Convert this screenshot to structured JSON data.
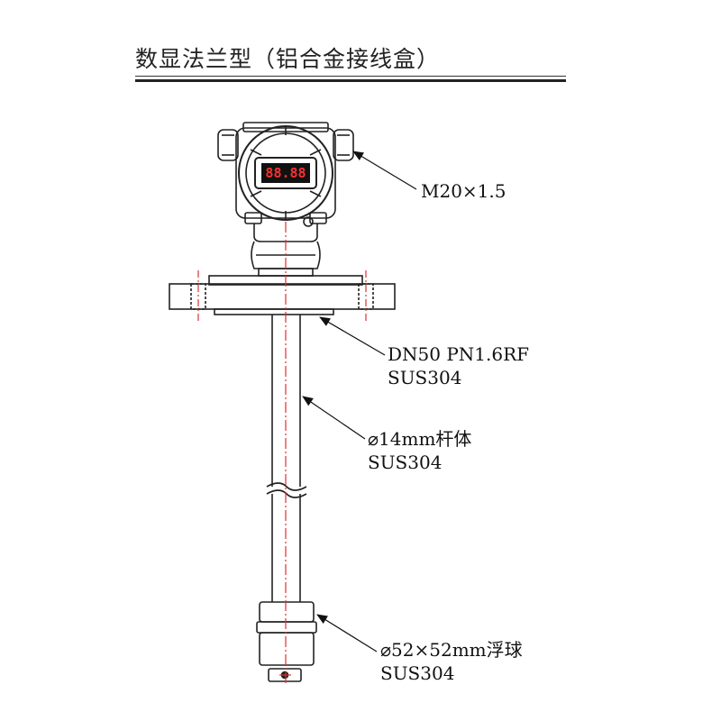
{
  "title": "数显法兰型（铝合金接线盒）",
  "display_reading": "88.88",
  "labels": {
    "thread": "M20×1.5",
    "flange_spec": "DN50 PN1.6RF",
    "flange_material": "SUS304",
    "rod_spec": "⌀14mm杆体",
    "rod_material": "SUS304",
    "float_spec": "⌀52×52mm浮球",
    "float_material": "SUS304"
  },
  "colors": {
    "line": "#222222",
    "centerline": "#e03030",
    "display_bg": "#111111",
    "display_digits": "#ff3030"
  }
}
